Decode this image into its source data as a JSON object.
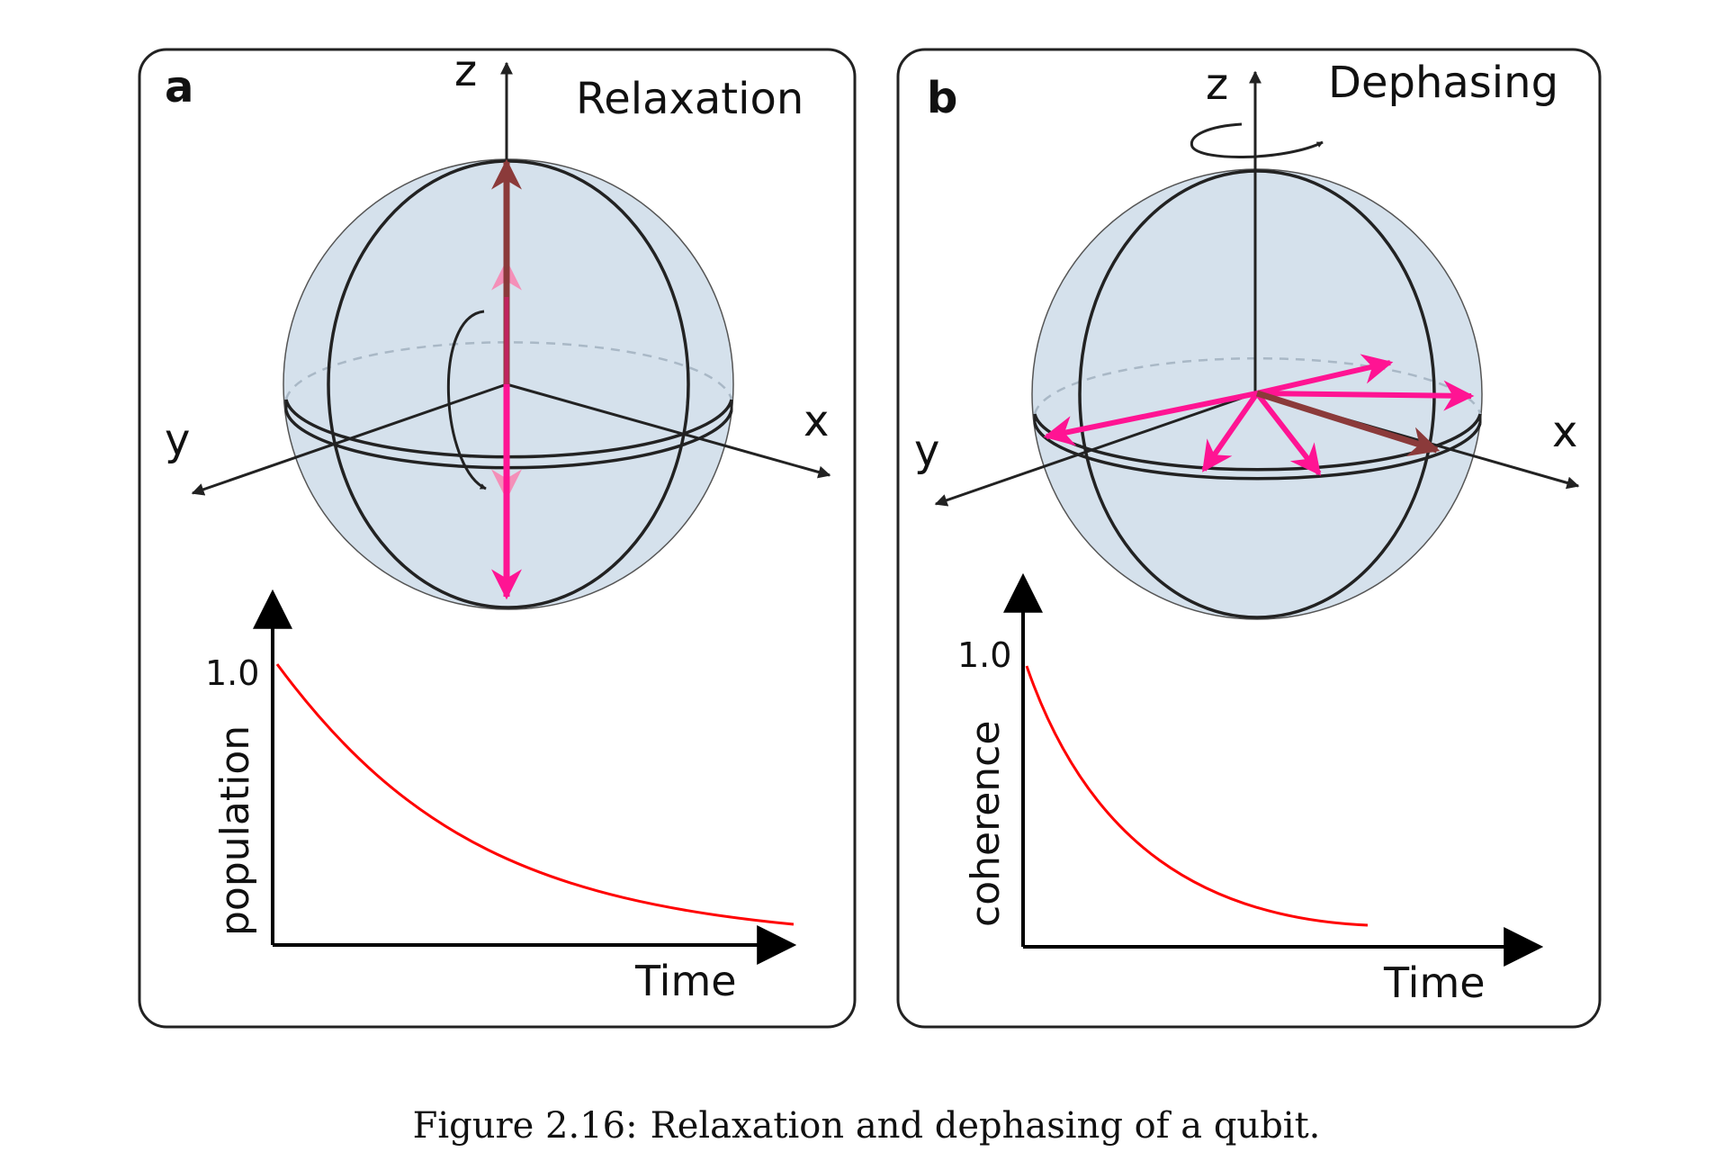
{
  "panels": [
    {
      "letter": "a",
      "title": "Relaxation",
      "axes": {
        "x": "x",
        "y": "y",
        "z": "z"
      },
      "plot": {
        "ylabel": "population",
        "xlabel": "Time",
        "ytick": "1.0"
      }
    },
    {
      "letter": "b",
      "title": "Dephasing",
      "axes": {
        "x": "x",
        "y": "y",
        "z": "z"
      },
      "plot": {
        "ylabel": "coherence",
        "xlabel": "Time",
        "ytick": "1.0"
      }
    }
  ],
  "caption": {
    "label": "Figure 2.16:",
    "text": "Relaxation and dephasing of a qubit."
  },
  "colors": {
    "sphere_fill": "#d5e1ec",
    "state_vector": "#ff1493",
    "state_vector_faded": "#f48fb8",
    "initial_vector": "#8b3a3a",
    "decay_curve": "#ff0000",
    "frame": "#222222"
  }
}
